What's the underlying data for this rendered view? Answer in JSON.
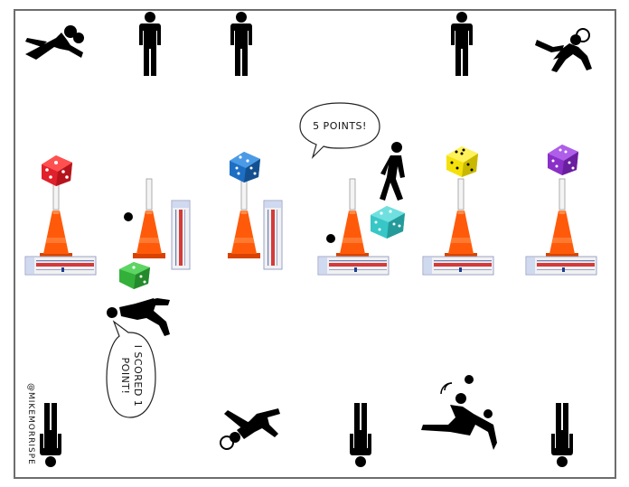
{
  "speech": {
    "five_points": "5 POINTS!",
    "scored_one_line1": "I SCORED 1",
    "scored_one_line2": "POINT!"
  },
  "credit": "@MIKEMORRISPE",
  "colors": {
    "cone": "#ff5a0a",
    "cone_dark": "#d94300",
    "die_red": "#e0202a",
    "die_blue": "#1d6fc4",
    "die_yellow": "#f4e10c",
    "die_purple": "#8a2fc8",
    "die_green": "#33b03a",
    "die_teal": "#37c7c6",
    "ruler_fill": "#f1f1f1",
    "ruler_scale": "#d43a3a",
    "figure": "#000000"
  },
  "icons": [
    "person-standing-icon",
    "person-falling-icon",
    "person-walking-icon",
    "person-lying-icon",
    "person-upside-down-icon",
    "ball-icon",
    "cone-icon",
    "die-icon",
    "ruler-icon",
    "speech-bubble-icon"
  ]
}
